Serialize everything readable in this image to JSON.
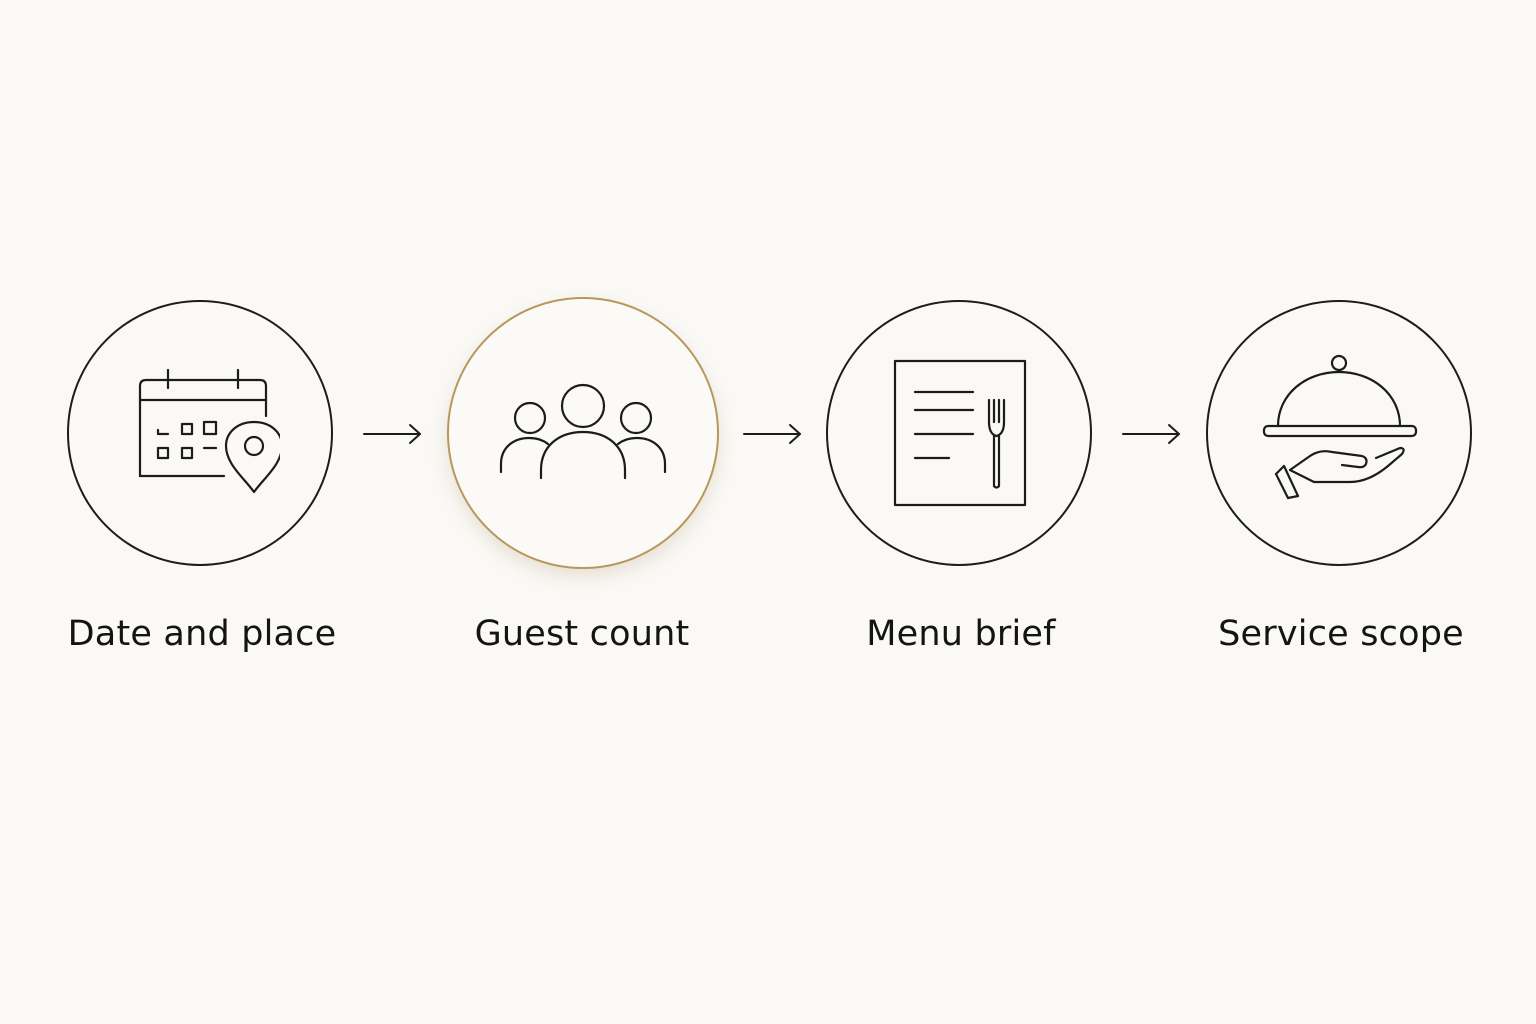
{
  "steps": [
    {
      "label": "Date and place",
      "icon": "calendar-location-icon",
      "active": false
    },
    {
      "label": "Guest count",
      "icon": "guests-icon",
      "active": true
    },
    {
      "label": "Menu brief",
      "icon": "menu-fork-icon",
      "active": false
    },
    {
      "label": "Service scope",
      "icon": "cloche-service-icon",
      "active": false
    }
  ],
  "colors": {
    "background": "#faf9f6",
    "stroke": "#1c1c1c",
    "active_accent": "#b8975a"
  }
}
